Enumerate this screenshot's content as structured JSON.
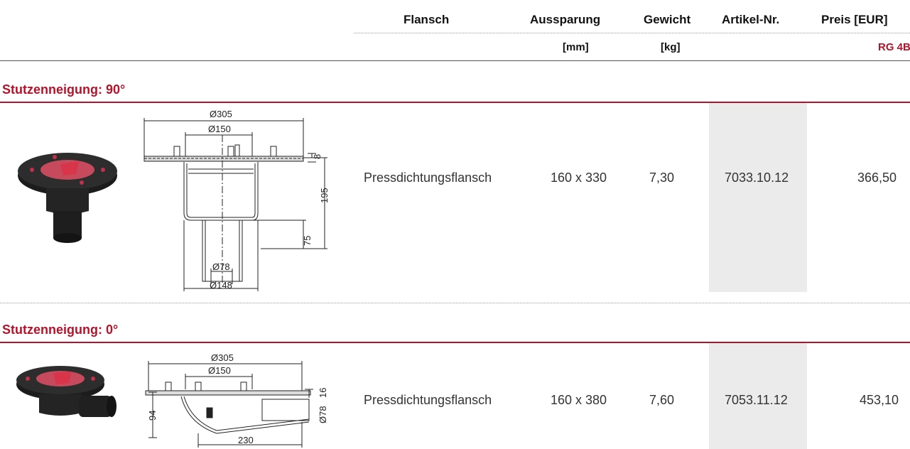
{
  "header": {
    "columns": [
      "Flansch",
      "Aussparung",
      "Gewicht",
      "Artikel-Nr.",
      "Preis [EUR]"
    ],
    "units": {
      "aussparung": "[mm]",
      "gewicht": "[kg]",
      "preis": "RG 4B"
    }
  },
  "sections": [
    {
      "title": "Stutzenneigung: 90°",
      "drawing_dims": [
        "Ø305",
        "Ø150",
        "8",
        "195",
        "75",
        "Ø78",
        "Ø148"
      ],
      "row": {
        "flansch": "Pressdichtungsflansch",
        "aussparung": "160 x 330",
        "gewicht": "7,30",
        "artikel": "7033.10.12",
        "preis": "366,50"
      }
    },
    {
      "title": "Stutzenneigung: 0°",
      "drawing_dims": [
        "Ø305",
        "Ø150",
        "16",
        "Ø78",
        "94",
        "230"
      ],
      "row": {
        "flansch": "Pressdichtungsflansch",
        "aussparung": "160 x 380",
        "gewicht": "7,60",
        "artikel": "7053.11.12",
        "preis": "453,10"
      }
    }
  ],
  "colors": {
    "accent": "#b3132b",
    "shade": "#ebebeb"
  },
  "icons": [
    "roof-drain-photo-90",
    "roof-drain-drawing-90",
    "roof-drain-photo-0",
    "roof-drain-drawing-0"
  ]
}
